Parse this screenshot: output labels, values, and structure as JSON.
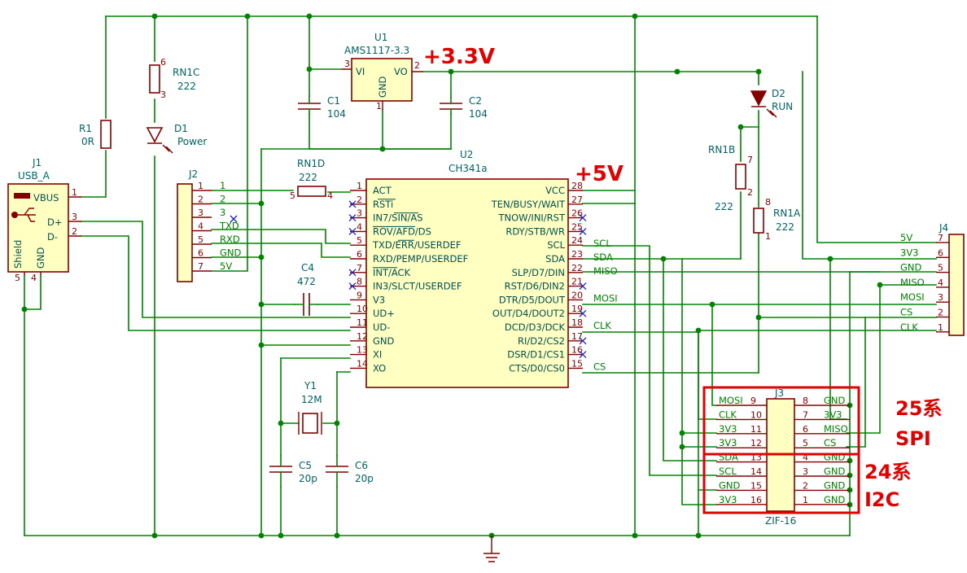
{
  "annotations": {
    "v33": "+3.3V",
    "v5": "+5V",
    "spi_series": "25系",
    "spi": "SPI",
    "i2c_series": "24系",
    "i2c": "I2C"
  },
  "parts": {
    "u1": {
      "ref": "U1",
      "value": "AMS1117-3.3",
      "pin_vi": "VI",
      "pin_vo": "VO",
      "pin_gnd": "GND",
      "n3": "3",
      "n2": "2",
      "n1": "1"
    },
    "u2": {
      "ref": "U2",
      "value": "CH341a"
    },
    "j1": {
      "ref": "J1",
      "value": "USB_A",
      "vbus": "VBUS",
      "dp": "D+",
      "dm": "D-",
      "shield": "Shield",
      "gnd": "GND",
      "n1": "1",
      "n2": "2",
      "n3": "3",
      "n4": "4",
      "n5": "5"
    },
    "j2": {
      "ref": "J2"
    },
    "j3": {
      "ref": "J3",
      "value": "ZIF-16"
    },
    "j4": {
      "ref": "J4"
    },
    "r1": {
      "ref": "R1",
      "value": "0R"
    },
    "rn1a": {
      "ref": "RN1A",
      "value": "222",
      "pa": "8",
      "pb": "1"
    },
    "rn1b": {
      "ref": "RN1B",
      "value": "222",
      "pa": "7",
      "pb": "2"
    },
    "rn1c": {
      "ref": "RN1C",
      "value": "222",
      "pa": "6",
      "pb": "3"
    },
    "rn1d": {
      "ref": "RN1D",
      "value": "222",
      "pa": "5",
      "pb": "4"
    },
    "d1": {
      "ref": "D1",
      "value": "Power"
    },
    "d2": {
      "ref": "D2",
      "value": "RUN"
    },
    "c1": {
      "ref": "C1",
      "value": "104"
    },
    "c2": {
      "ref": "C2",
      "value": "104"
    },
    "c4": {
      "ref": "C4",
      "value": "472"
    },
    "c5": {
      "ref": "C5",
      "value": "20p"
    },
    "c6": {
      "ref": "C6",
      "value": "20p"
    },
    "y1": {
      "ref": "Y1",
      "value": "12M"
    }
  },
  "u2_left": [
    {
      "n": "1",
      "name": "ACT"
    },
    {
      "n": "2",
      "name": "RSTi"
    },
    {
      "n": "3",
      "name": "IN7/SIN/AS"
    },
    {
      "n": "4",
      "name": "ROV/AFD/DS"
    },
    {
      "n": "5",
      "name": "TXD/ERR/USERDEF"
    },
    {
      "n": "6",
      "name": "RXD/PEMP/USERDEF"
    },
    {
      "n": "7",
      "name": "INT/ACK"
    },
    {
      "n": "8",
      "name": "IN3/SLCT/USERDEF"
    },
    {
      "n": "9",
      "name": "V3"
    },
    {
      "n": "10",
      "name": "UD+"
    },
    {
      "n": "11",
      "name": "UD-"
    },
    {
      "n": "12",
      "name": "GND"
    },
    {
      "n": "13",
      "name": "XI"
    },
    {
      "n": "14",
      "name": "XO"
    }
  ],
  "u2_right": [
    {
      "n": "28",
      "name": "VCC",
      "net": ""
    },
    {
      "n": "27",
      "name": "TEN/BUSY/WAIT",
      "net": ""
    },
    {
      "n": "26",
      "name": "TNOW/INI/RST",
      "net": ""
    },
    {
      "n": "25",
      "name": "RDY/STB/WR",
      "net": ""
    },
    {
      "n": "24",
      "name": "SCL",
      "net": "SCL"
    },
    {
      "n": "23",
      "name": "SDA",
      "net": "SDA"
    },
    {
      "n": "22",
      "name": "D7/DIN",
      "net": "MISO"
    },
    {
      "n": "21",
      "name": "D6/DIN2",
      "net": ""
    },
    {
      "n": "20",
      "name": "D5/DOUT",
      "net": "MOSI"
    },
    {
      "n": "19",
      "name": "D4/DOUT2",
      "net": ""
    },
    {
      "n": "18",
      "name": "D3/DCK",
      "net": "CLK"
    },
    {
      "n": "17",
      "name": "D2/CS2",
      "net": ""
    },
    {
      "n": "16",
      "name": "D1/CS1",
      "net": ""
    },
    {
      "n": "15",
      "name": "D0/CS0",
      "net": "CS"
    }
  ],
  "j2_pins": [
    {
      "n": "1",
      "net": "1"
    },
    {
      "n": "2",
      "net": "2"
    },
    {
      "n": "3",
      "net": "3"
    },
    {
      "n": "4",
      "net": "TXD"
    },
    {
      "n": "5",
      "net": "RXD"
    },
    {
      "n": "6",
      "net": "GND"
    },
    {
      "n": "7",
      "net": "5V"
    }
  ],
  "j4_pins": [
    {
      "n": "7",
      "net": "5V"
    },
    {
      "n": "6",
      "net": "3V3"
    },
    {
      "n": "5",
      "net": "GND"
    },
    {
      "n": "4",
      "net": "MISO"
    },
    {
      "n": "3",
      "net": "MOSI"
    },
    {
      "n": "2",
      "net": "CS"
    },
    {
      "n": "1",
      "net": "CLK"
    }
  ],
  "j3_left": [
    {
      "n": "9",
      "net": "MOSI"
    },
    {
      "n": "10",
      "net": "CLK"
    },
    {
      "n": "11",
      "net": "3V3"
    },
    {
      "n": "12",
      "net": "3V3"
    },
    {
      "n": "13",
      "net": "SDA"
    },
    {
      "n": "14",
      "net": "SCL"
    },
    {
      "n": "15",
      "net": "GND"
    },
    {
      "n": "16",
      "net": "3V3"
    }
  ],
  "j3_right": [
    {
      "n": "8",
      "net": "GND"
    },
    {
      "n": "7",
      "net": "3V3"
    },
    {
      "n": "6",
      "net": "MISO"
    },
    {
      "n": "5",
      "net": "CS"
    },
    {
      "n": "4",
      "net": "GND"
    },
    {
      "n": "3",
      "net": "GND"
    },
    {
      "n": "2",
      "net": "GND"
    },
    {
      "n": "1",
      "net": "GND"
    }
  ],
  "colors": {
    "wire": "#008400",
    "component": "#840000",
    "fill": "#ffffc2",
    "highlight": "#e00000"
  }
}
